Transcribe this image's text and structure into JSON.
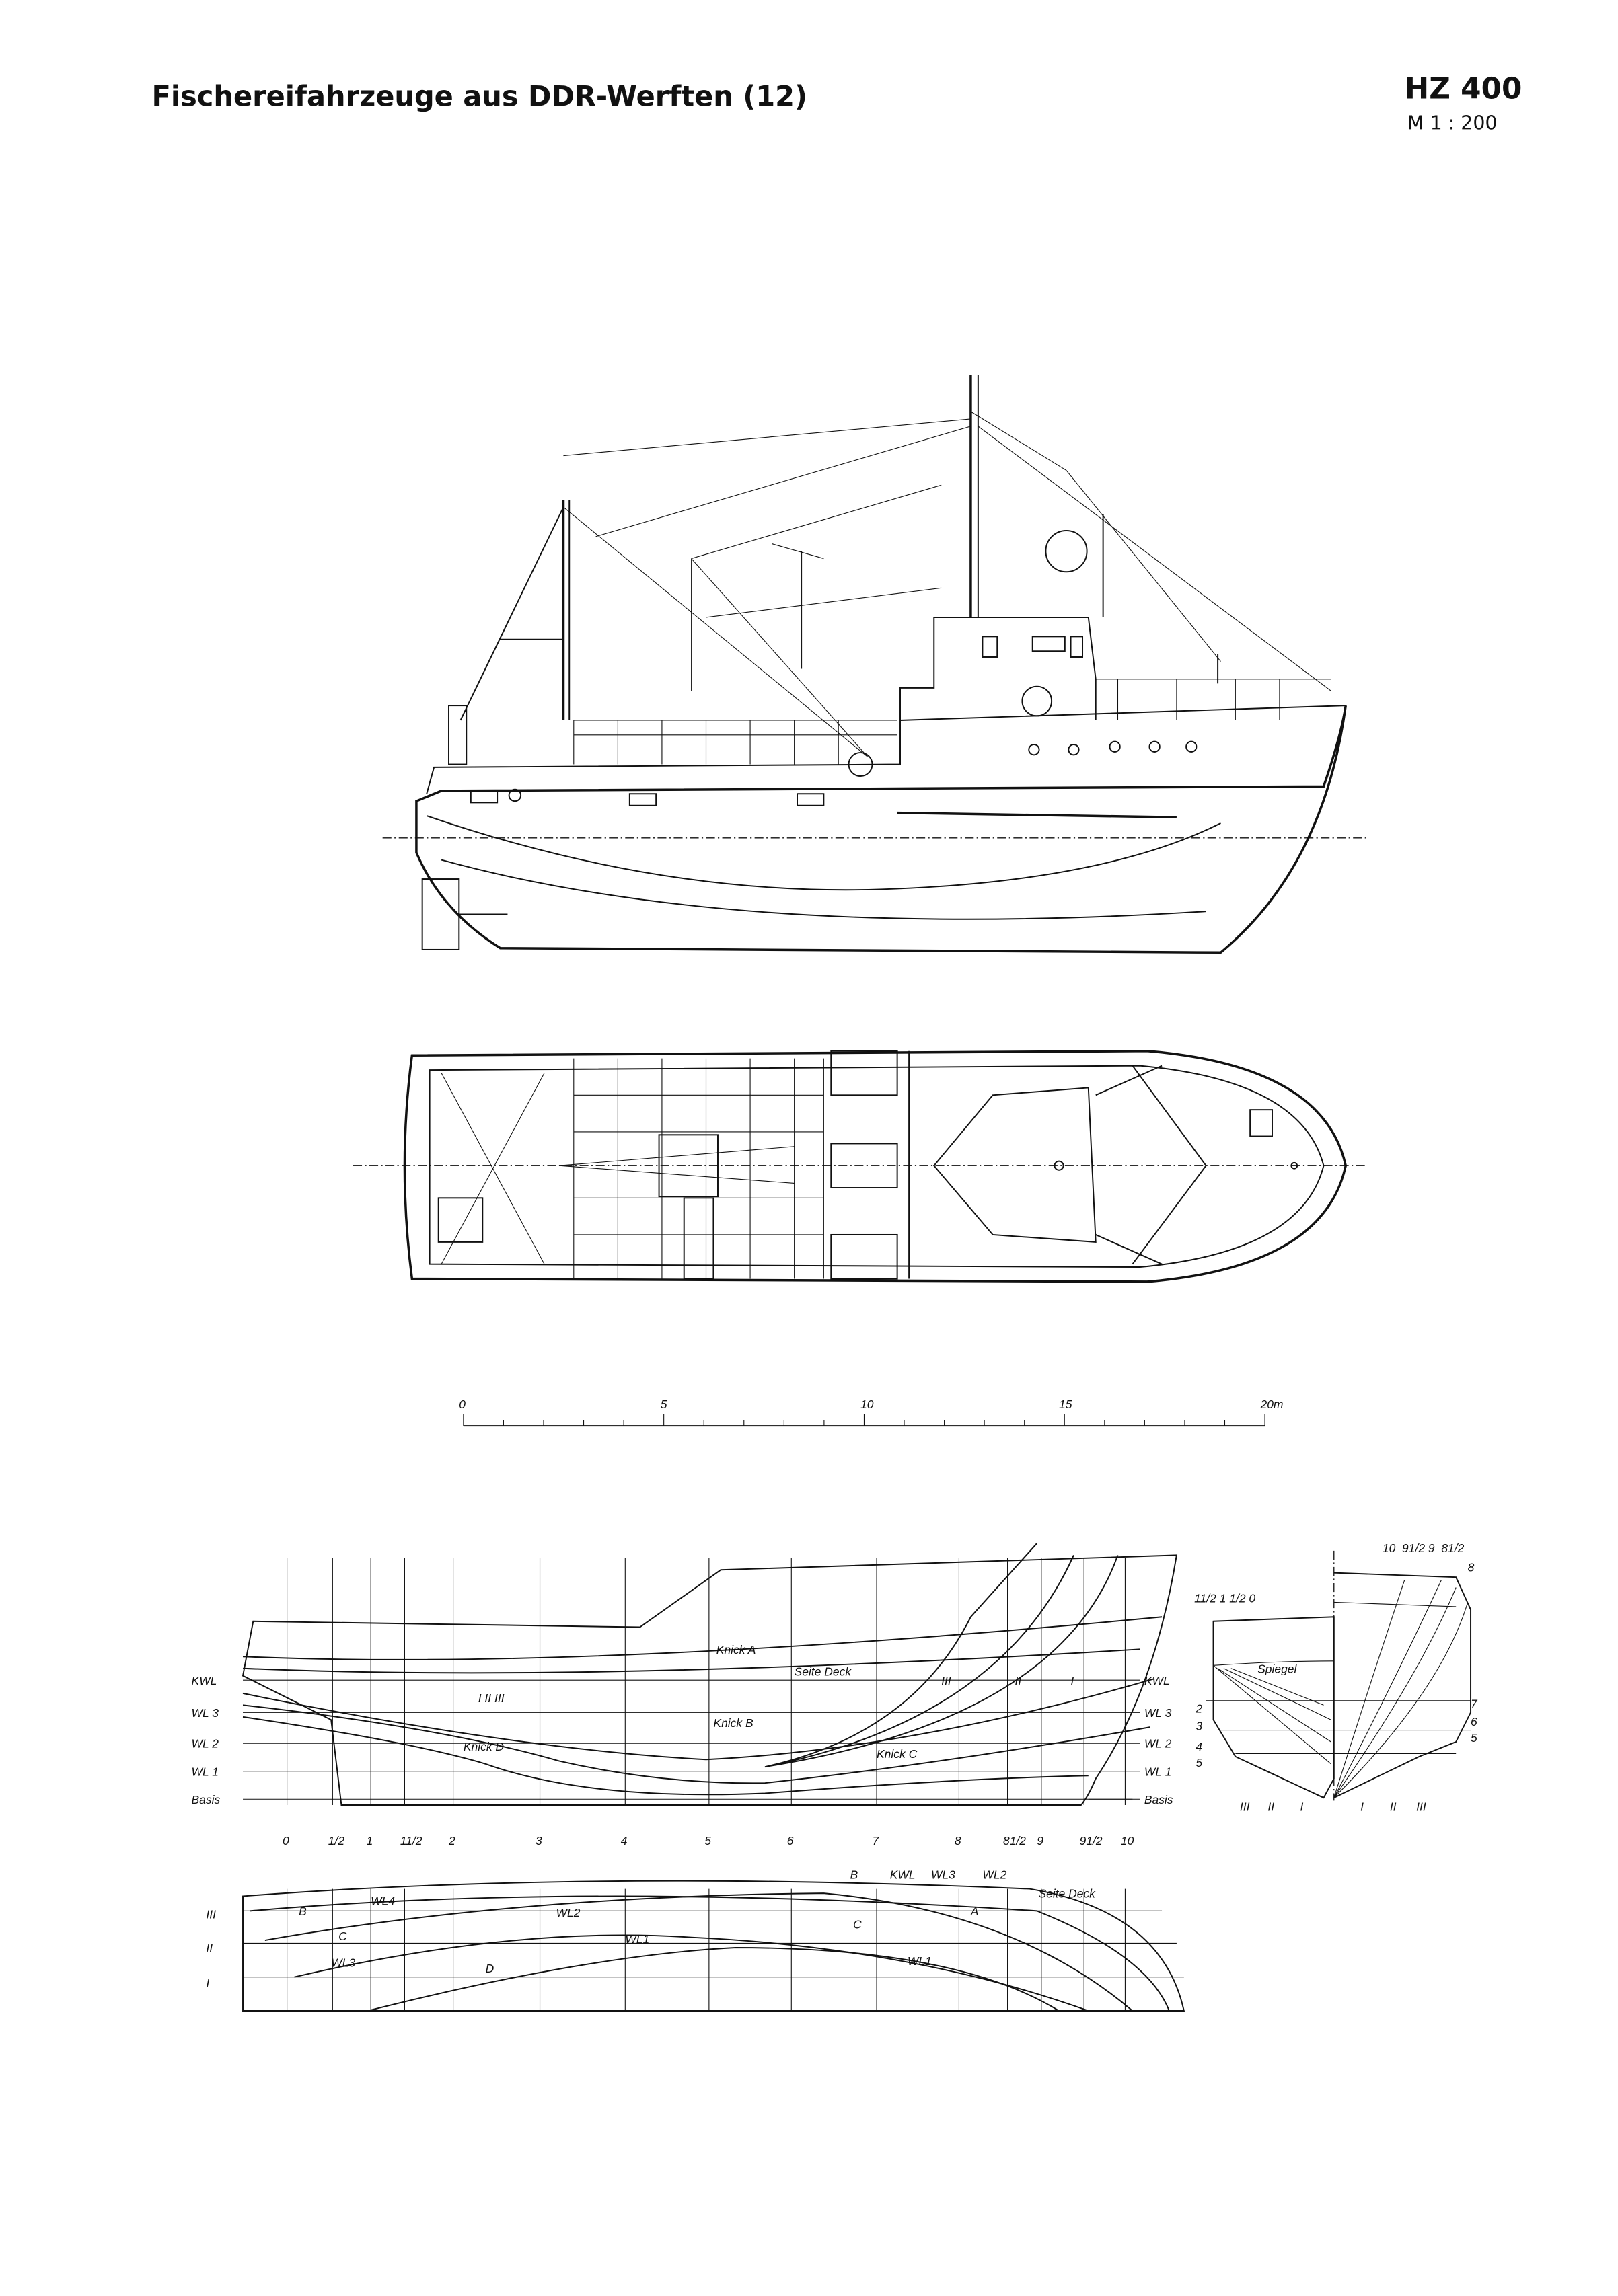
{
  "header": {
    "title": "Fischereifahrzeuge aus DDR-Werften (12)",
    "type_code": "HZ 400",
    "scale": "M 1 : 200"
  },
  "scale_bar": {
    "labels": [
      "0",
      "5",
      "10",
      "15",
      "20m"
    ]
  },
  "lines_plan": {
    "left_labels": [
      "KWL",
      "WL 3",
      "WL 2",
      "WL 1",
      "Basis"
    ],
    "right_labels": [
      "KWL",
      "WL 3",
      "WL 2",
      "WL 1",
      "Basis"
    ],
    "stations": [
      "0",
      "1/2",
      "1",
      "11/2",
      "2",
      "3",
      "4",
      "5",
      "6",
      "7",
      "8",
      "81/2",
      "9",
      "91/2",
      "10"
    ],
    "annotations": [
      "Knick A",
      "Seite Deck",
      "III",
      "II",
      "I",
      "Knick B",
      "Knick D",
      "Knick C",
      "I II III"
    ]
  },
  "half_breadth": {
    "buttock_labels": [
      "III",
      "II",
      "I"
    ],
    "annotations": [
      "B",
      "KWL",
      "WL3",
      "WL2",
      "Seite Deck",
      "A",
      "C",
      "B",
      "WL4",
      "C",
      "WL2",
      "WL1",
      "WL3",
      "D",
      "WL1"
    ]
  },
  "body_plan": {
    "aft_stations": "11/2 1 1/2 0",
    "fwd_stations": "10  91/2 9  81/2",
    "station_8": "8",
    "transom": "Spiegel",
    "left_wl": [
      "2",
      "3",
      "4",
      "5"
    ],
    "right_wl": [
      "7",
      "6",
      "5"
    ],
    "buttocks": [
      "III",
      "II",
      "I",
      "I",
      "II",
      "III"
    ]
  }
}
